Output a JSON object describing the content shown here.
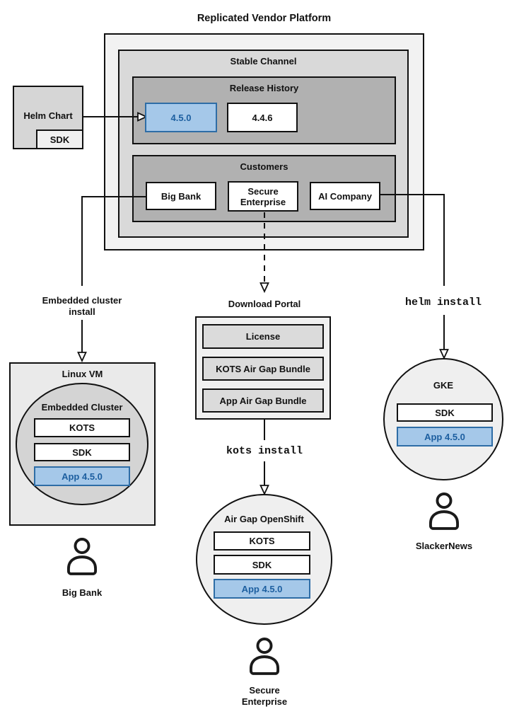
{
  "title": "Replicated Vendor Platform",
  "stable_channel": {
    "label": "Stable Channel",
    "release_history": {
      "label": "Release History",
      "current_version": "4.5.0",
      "previous_version": "4.4.6"
    },
    "customers": {
      "label": "Customers",
      "items": [
        "Big Bank",
        "Secure Enterprise",
        "AI Company"
      ]
    }
  },
  "helm_chart": {
    "label": "Helm Chart",
    "sdk_label": "SDK"
  },
  "flows": {
    "embedded_install": {
      "line1": "Embedded cluster",
      "line2": "install"
    },
    "kots_install": "kots install",
    "helm_install": "helm install"
  },
  "download_portal": {
    "label": "Download Portal",
    "items": [
      "License",
      "KOTS Air Gap Bundle",
      "App Air Gap Bundle"
    ]
  },
  "linux_vm": {
    "label": "Linux VM",
    "embedded_cluster": {
      "label": "Embedded Cluster",
      "kots": "KOTS",
      "sdk": "SDK",
      "app": "App 4.5.0"
    },
    "user": "Big Bank"
  },
  "openshift": {
    "label": "Air Gap OpenShift",
    "kots": "KOTS",
    "sdk": "SDK",
    "app": "App 4.5.0",
    "user_line1": "Secure",
    "user_line2": "Enterprise"
  },
  "gke": {
    "label": "GKE",
    "sdk": "SDK",
    "app": "App 4.5.0",
    "user": "SlackerNews"
  },
  "icons": {
    "user_icon": "person-outline"
  },
  "colors": {
    "highlight_fill": "#A5C8E9",
    "highlight_border": "#2E6DA6",
    "highlight_text": "#1D5FA0"
  }
}
